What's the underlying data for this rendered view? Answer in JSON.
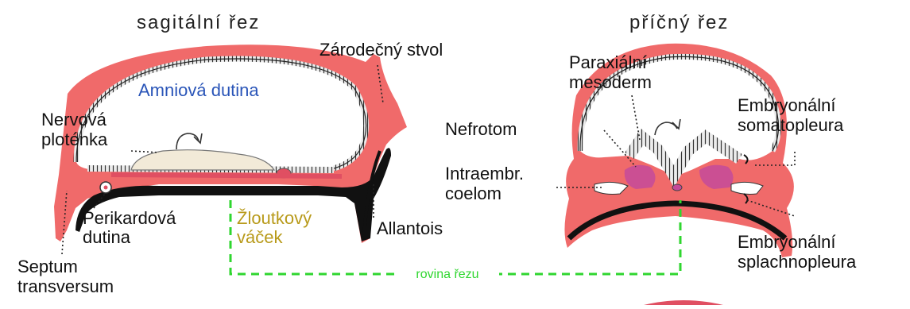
{
  "titles": {
    "sagittal": "sagitální řez",
    "transverse": "příčný řez"
  },
  "sagittal_labels": {
    "stalk": "Zárodečný stvol",
    "amnion": "Amniová dutina",
    "neural_1": "Nervová",
    "neural_2": "ploténka",
    "pericardial_1": "Perikardová",
    "pericardial_2": "dutina",
    "yolk_1": "Žloutkový",
    "yolk_2": "váček",
    "allantois": "Allantois",
    "septum_1": "Septum",
    "septum_2": "transversum"
  },
  "transverse_labels": {
    "paraxial_1": "Paraxiální",
    "paraxial_2": "mesoderm",
    "nephrotome": "Nefrotom",
    "coelom_1": "Intraembr.",
    "coelom_2": "coelom",
    "somato_1": "Embryonální",
    "somato_2": "somatopleura",
    "splanchno_1": "Embryonální",
    "splanchno_2": "splachnopleura"
  },
  "plane_label": "rovina řezu",
  "colors": {
    "mesoderm": "#f06a6a",
    "mesoderm_dark": "#e04f62",
    "endoderm": "#111111",
    "ectoderm": "#e8e8e8",
    "neural": "#f2ead8",
    "amnion_label": "#2a55b8",
    "yolk_label": "#b89a1a",
    "plane_line": "#2fd62f"
  }
}
